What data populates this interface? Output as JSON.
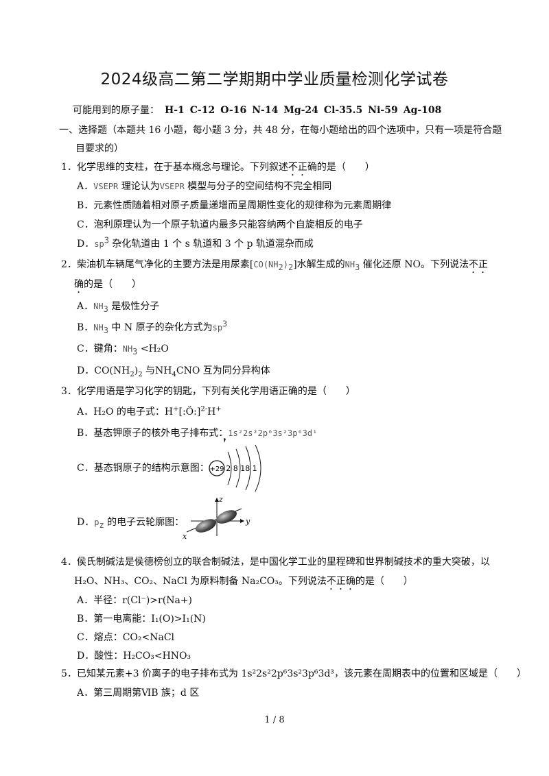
{
  "title": "2024级高二第二学期期中学业质量检测化学试卷",
  "atomic_masses": {
    "label": "可能用到的原子量：",
    "items": [
      "H-1",
      "C-12",
      "O-16",
      "N-14",
      "Mg-24",
      "Cl-35.5",
      "Ni-59",
      "Ag-108"
    ]
  },
  "section1": {
    "line1": "一、选择题（本题共 16 小题，每小题 3 分，共 48 分，在每小题给出的四个选项中，只有一项是符合题",
    "line2": "目要求的）"
  },
  "q1": {
    "stem_a": "1．化学思维的支柱，在于基本概念与理论。下列叙述",
    "stem_em": "不正",
    "stem_b": "确的是（　　）",
    "A_pre": "A．",
    "A_f1": "VSEPR",
    "A_mid": " 理论认为",
    "A_f2": "VSEPR",
    "A_post": " 模型与分子的空间结构不完全相同",
    "B": "B．元素性质随着相对原子质量递增而呈周期性变化的规律称为元素周期律",
    "C": "C．泡利原理认为一个原子轨道内最多只能容纳两个自旋相反的电子",
    "D_pre": "D．",
    "D_f": "sp",
    "D_sup": "3",
    "D_post": " 杂化轨道由 1 个 s 轨道和 3 个 p 轨道混杂而成"
  },
  "q2": {
    "stem_a": "2．柴油机车辆尾气净化的主要方法是用尿素[",
    "stem_f1": "CO(NH",
    "stem_f1_sub": "2",
    "stem_f1_close": ")",
    "stem_f1_sub2": "2",
    "stem_b": "]水解生成的",
    "stem_f2": "NH",
    "stem_f2_sub": "3",
    "stem_c": " 催化还原 NO。下列说法",
    "stem_em": "不正",
    "stem_line2_em": "确",
    "stem_line2": "的是（　　）",
    "A_pre": "A．",
    "A_f": "NH",
    "A_sub": "3",
    "A_post": " 是极性分子",
    "B_pre": "B．",
    "B_f": "NH",
    "B_sub": "3",
    "B_post": " 中 N 原子的杂化方式为",
    "B_f2": "sp",
    "B_sup": "3",
    "C_pre": "C．键角：",
    "C_f1": "NH",
    "C_sub": "3",
    "C_mid": " <",
    "C_f2": "H₂O",
    "D_pre": "D．",
    "D_f1": "CO(NH",
    "D_sub1": "2",
    "D_close": ")",
    "D_sub2": "2",
    "D_mid": " 与",
    "D_f2": "NH",
    "D_sub3": "4",
    "D_f2b": "CNO",
    "D_post": " 互为同分异构体"
  },
  "q3": {
    "stem": "3．化学用语是学习化学的钥匙，下列有关化学用语正确的是（　　）",
    "A_pre": "A．",
    "A_f": "H₂O",
    "A_mid": " 的电子式：H",
    "A_sup1": "+",
    "A_bracket": "[:Ö:]",
    "A_sup2": "2-",
    "A_end": "H",
    "A_sup3": "+",
    "B_pre": "B．基态钾原子的核外电子排布式：",
    "B_f": "1s²2s²2p⁶3s²3p⁶3d¹",
    "C_pre": "C．基态铜原子的结构示意图：",
    "C_nucleus": "+29",
    "C_shells": "2 8 18 1",
    "D_pre": "D．",
    "D_f": "p",
    "D_sub": "z",
    "D_post": " 的电子云轮廓图：",
    "D_axis_z": "z",
    "D_axis_y": "y",
    "D_axis_x": "x"
  },
  "q4": {
    "stem_line1": "4．侯氏制碱法是侯德榜创立的联合制碱法，是中国化学工业的里程碑和世界制碱技术的重大突破，以",
    "stem_line2_a": "H₂O、NH₃、CO₂、NaCl 为原料制备 Na₂CO₃。下列说法",
    "stem_em": "不正确",
    "stem_line2_b": "的是（　　）",
    "A": "A．半径：r(Cl⁻)>r(Na+)",
    "B": "B．第一电离能：I₁(O)>I₁(N)",
    "C": "C．熔点：CO₂<NaCl",
    "D": "D．酸性：H₂CO₃<HNO₃"
  },
  "q5": {
    "stem_a": "5．已知某元素+3 价离子的电子排布式为 1s²2s²2p⁶3s²3p⁶3d³，该元素在周期表中的位置和区域是（　　）",
    "A": "A．第三周期第ⅥB 族；d 区"
  },
  "footer": "1 / 8"
}
